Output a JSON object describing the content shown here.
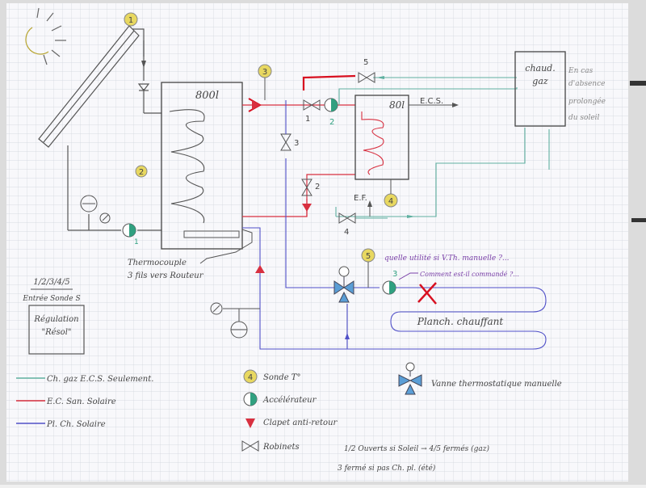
{
  "diagram": {
    "tank_main_label": "800l",
    "tank_ecs_label": "80l",
    "boiler_label_1": "chaud.",
    "boiler_label_2": "gaz",
    "boiler_note_1": "En cas",
    "boiler_note_2": "d'absence",
    "boiler_note_3": "prolongée",
    "boiler_note_4": "du soleil",
    "ecs_out": "E.C.S.",
    "ef_label": "E.F.",
    "thermocouple_1": "Thermocouple",
    "thermocouple_2": "3 fils vers Routeur",
    "regulation_title": "1/2/3/4/5",
    "regulation_sub": "Entrée Sonde S",
    "regulation_box_1": "Régulation",
    "regulation_box_2": "\"Résol\"",
    "floor_heating": "Planch. chauffant",
    "question_1": "quelle utilité si V.Th. manuelle ?...",
    "question_2": "Comment est-il commandé ?...",
    "sonde_numbers": [
      "1",
      "2",
      "3",
      "4",
      "5"
    ],
    "valve_numbers": [
      "1",
      "2",
      "3",
      "4",
      "5"
    ],
    "pump_numbers": [
      "1",
      "2",
      "3"
    ]
  },
  "legend": {
    "line_gas": "Ch. gaz E.C.S. Seulement.",
    "line_solar_ecs": "E.C. San. Solaire",
    "line_floor": "Pl. Ch. Solaire",
    "sonde": "Sonde T°",
    "pump": "Accélérateur",
    "check_valve": "Clapet anti-retour",
    "valves": "Robinets",
    "thermo_valve": "Vanne thermostatique manuelle",
    "note_1": "1/2 Ouverts si Soleil → 4/5 fermés (gaz)",
    "note_2": "3 fermé si pas Ch. pl. (été)"
  },
  "colors": {
    "gas": "#5fb0a0",
    "solar_ecs": "#d83040",
    "floor": "#5050c8",
    "pencil": "#505050",
    "sonde": "#e8d860",
    "pump": "#30a080",
    "grid": "#d0d4dc"
  }
}
